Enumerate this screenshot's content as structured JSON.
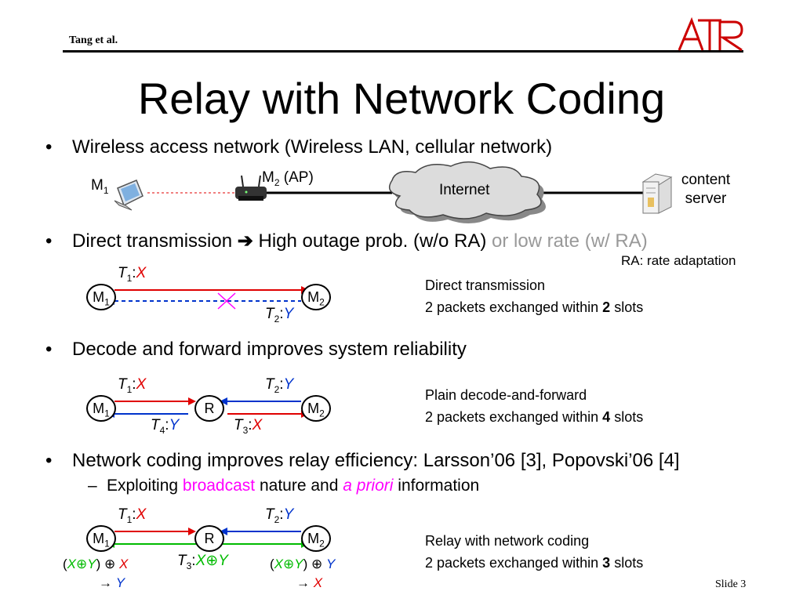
{
  "header": {
    "author": "Tang et al.",
    "logo_text": "ATR"
  },
  "title": "Relay with Network Coding",
  "bullets": {
    "b1": "Wireless access network (Wireless LAN, cellular network)",
    "b2_main": "Direct transmission",
    "b2_mid": "High outage prob. (w/o RA)",
    "b2_gray": "or low rate (w/ RA)",
    "b3": "Decode and forward improves system reliability",
    "b4": "Network coding improves relay efficiency: Larsson’06 [3], Popovski’06 [4]",
    "b4_sub_pre": "Exploiting",
    "b4_sub_broadcast": "broadcast",
    "b4_sub_mid": "nature and",
    "b4_sub_apriori": "a priori",
    "b4_sub_post": "information"
  },
  "network": {
    "m1": "M",
    "m2": "M",
    "ap": "(AP)",
    "internet": "Internet",
    "server_line1": "content",
    "server_line2": "server"
  },
  "ra_note": "RA: rate adaptation",
  "nodes": {
    "m": "M",
    "r": "R",
    "sub1": "1",
    "sub2": "2"
  },
  "slots": {
    "t": "T",
    "x": "X",
    "y": "Y",
    "n1": "1",
    "n2": "2",
    "n3": "3",
    "n4": "4"
  },
  "notes": {
    "direct_title": "Direct transmission",
    "direct_pre": "2 packets exchanged within",
    "direct_n": "2",
    "direct_post": "slots",
    "df_title": "Plain decode-and-forward",
    "df_pre": "2 packets exchanged within",
    "df_n": "4",
    "df_post": "slots",
    "nc_title": "Relay with network coding",
    "nc_pre": "2 packets exchanged within",
    "nc_n": "3",
    "nc_post": "slots"
  },
  "xor": "⊕",
  "arrow": "→",
  "slide_label": "Slide 3",
  "colors": {
    "red": "#e00000",
    "blue": "#0033cc",
    "green": "#00bb00",
    "magenta": "#ff00ff",
    "atr_red": "#cc0000"
  }
}
